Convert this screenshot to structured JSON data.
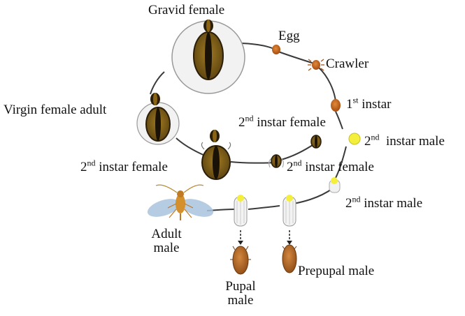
{
  "labels": {
    "gravid_female": "Gravid female",
    "egg": "Egg",
    "crawler": "Crawler",
    "first_instar": {
      "num": "1",
      "sup": "st",
      "rest": " instar"
    },
    "virgin_female_adult": "Virgin female adult",
    "second_instar_female_a": {
      "num": "2",
      "sup": "nd",
      "rest": " instar female"
    },
    "second_instar_male_a": {
      "num": "2",
      "sup": "nd",
      "rest": "  instar male"
    },
    "second_instar_female_left": {
      "num": "2",
      "sup": "nd",
      "rest": " instar female"
    },
    "second_instar_female_b": {
      "num": "2",
      "sup": "nd",
      "rest": " instar female"
    },
    "second_instar_male_b": {
      "num": "2",
      "sup": "nd",
      "rest": " instar male"
    },
    "adult_male": [
      "Adult",
      "male"
    ],
    "pupal_male": [
      "Pupal",
      "male"
    ],
    "prepupal_male": "Prepupal male"
  },
  "colors": {
    "scale_dark": "#2a1e08",
    "scale_brown": "#8a6414",
    "egg_orange": "#c8651b",
    "male_yellow": "#f4ee3c",
    "pupa_brown": "#b86a22",
    "wing_blue": "#a9c3dd",
    "line": "#3a3a3a"
  }
}
